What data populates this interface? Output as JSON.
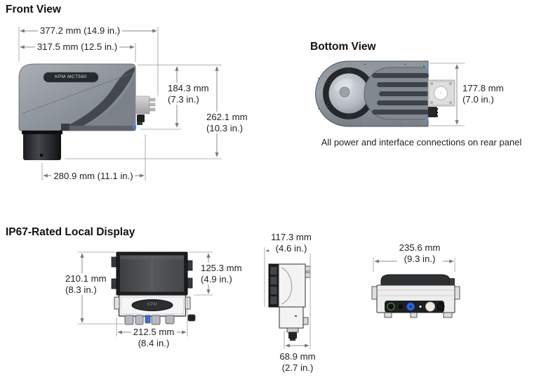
{
  "front_view": {
    "title": "Front View",
    "device_badge": "KPM MCT560",
    "dim_width_overall": "377.2 mm (14.9 in.)",
    "dim_width_body": "317.5 mm (12.5 in.)",
    "dim_height_upper": {
      "mm": "184.3 mm",
      "in": "(7.3 in.)"
    },
    "dim_height_overall": {
      "mm": "262.1 mm",
      "in": "(10.3 in.)"
    },
    "dim_width_lower": "280.9 mm (11.1 in.)"
  },
  "bottom_view": {
    "title": "Bottom View",
    "dim_width": {
      "mm": "177.8 mm",
      "in": "(7.0 in.)"
    },
    "caption": "All power and interface connections on rear panel"
  },
  "display_section": {
    "title": "IP67-Rated Local Display",
    "badge": "KPM",
    "front": {
      "dim_height": {
        "mm": "210.1 mm",
        "in": "(8.3 in.)"
      },
      "dim_screen_height": {
        "mm": "125.3 mm",
        "in": "(4.9 in.)"
      },
      "dim_width": {
        "mm": "212.5 mm",
        "in": "(8.4 in.)"
      }
    },
    "side": {
      "dim_depth": {
        "mm": "117.3 mm",
        "in": "(4.6 in.)"
      },
      "dim_lower_depth": {
        "mm": "68.9 mm",
        "in": "(2.7 in.)"
      }
    },
    "bottom": {
      "dim_width": {
        "mm": "235.6 mm",
        "in": "(9.3 in.)"
      }
    }
  },
  "colors": {
    "background": "#ffffff",
    "dimension_line_gray": "#8f8f8f",
    "sensor_body_gray": "#8d939a",
    "sensor_dark_sweep": "#43484f",
    "screen_gray": "#4a4c4f",
    "accent_blue": "#4a7fd4",
    "connector_blue": "#2e68de",
    "connector_green_ring": "#4e8c52"
  }
}
